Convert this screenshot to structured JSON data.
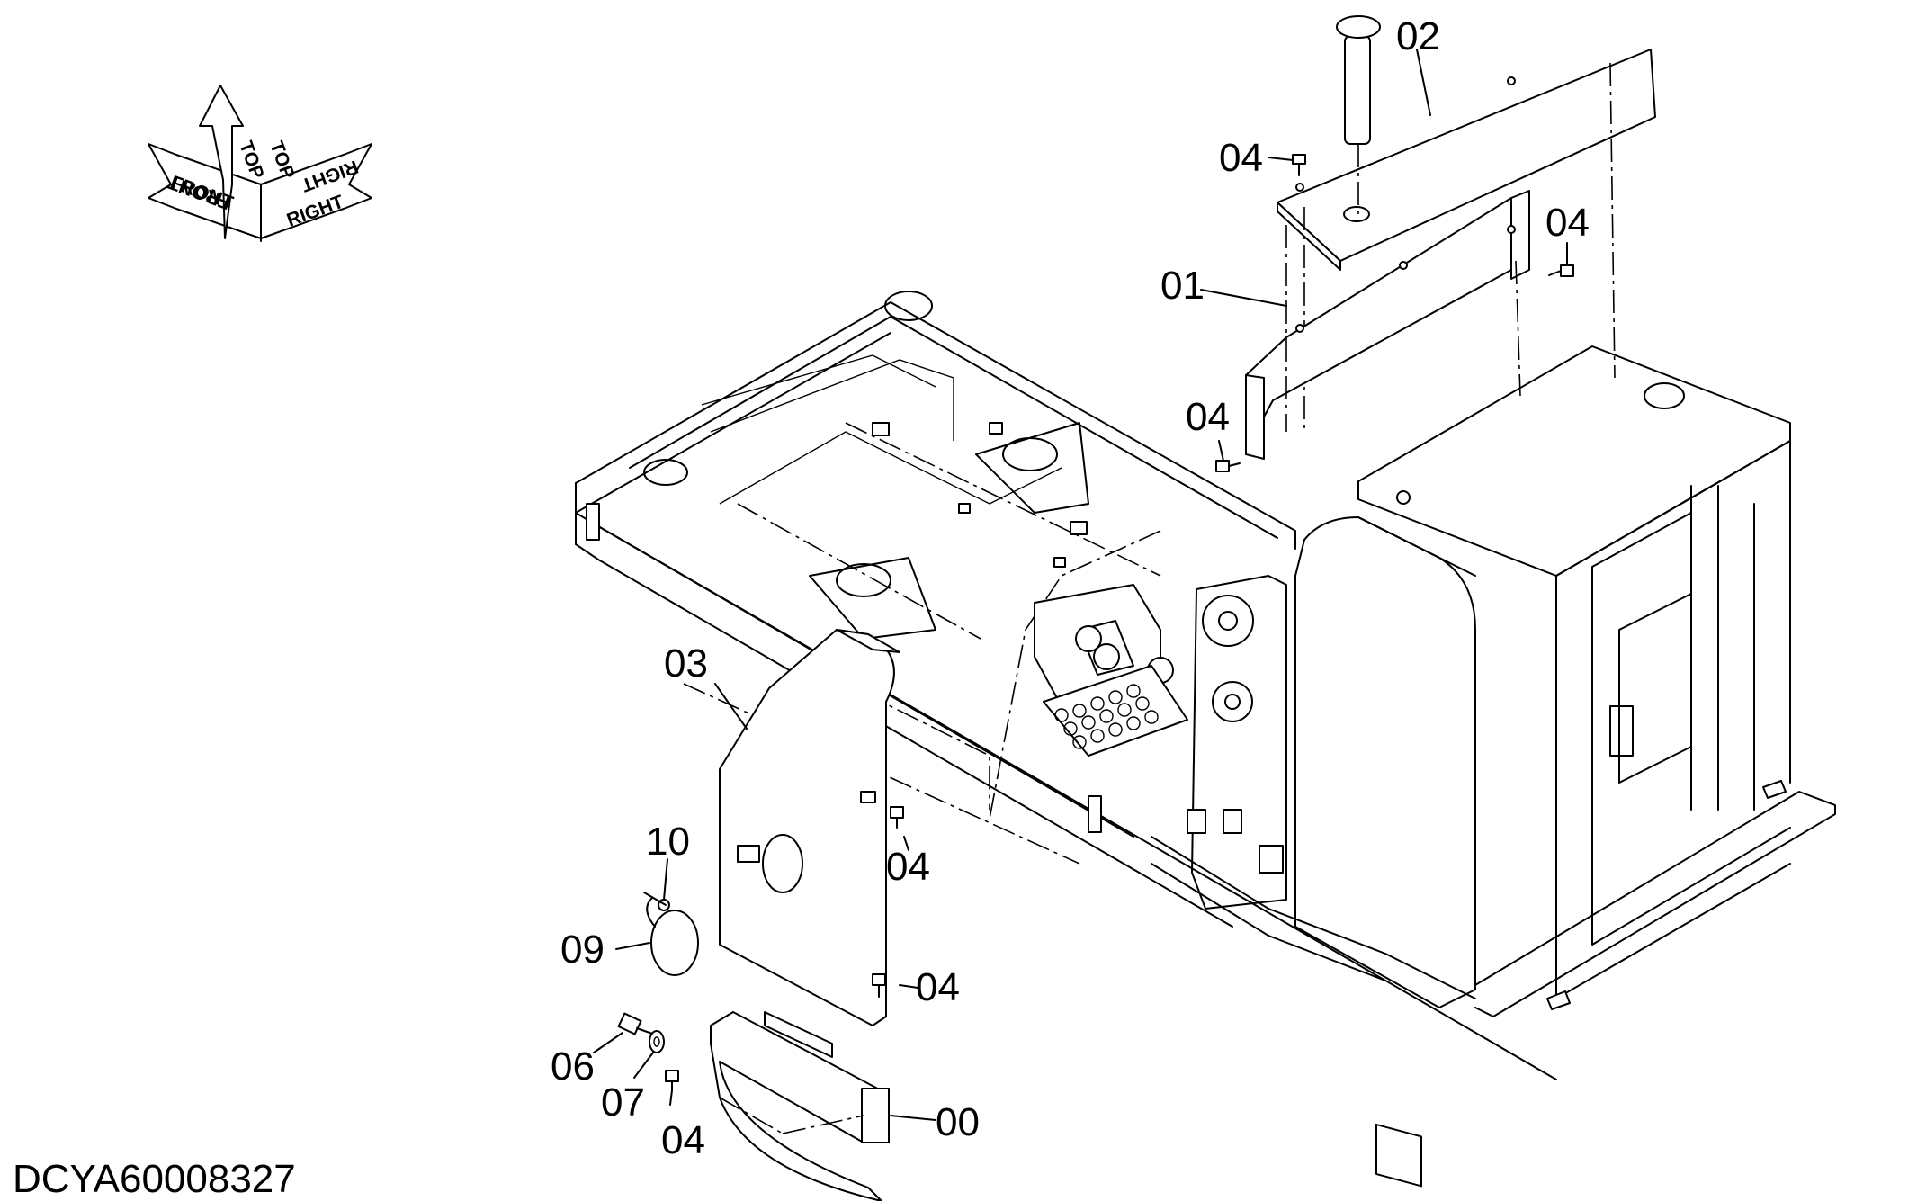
{
  "drawing_code": "DCYA60008327",
  "orientation": {
    "front": "FRONT",
    "top": "TOP",
    "right": "RIGHT"
  },
  "callouts": [
    {
      "id": "c-02",
      "text": "02"
    },
    {
      "id": "c-04a",
      "text": "04"
    },
    {
      "id": "c-04b",
      "text": "04"
    },
    {
      "id": "c-01",
      "text": "01"
    },
    {
      "id": "c-04c",
      "text": "04"
    },
    {
      "id": "c-03",
      "text": "03"
    },
    {
      "id": "c-10",
      "text": "10"
    },
    {
      "id": "c-04d",
      "text": "04"
    },
    {
      "id": "c-09",
      "text": "09"
    },
    {
      "id": "c-04e",
      "text": "04"
    },
    {
      "id": "c-06",
      "text": "06"
    },
    {
      "id": "c-07",
      "text": "07"
    },
    {
      "id": "c-04f",
      "text": "04"
    },
    {
      "id": "c-00",
      "text": "00"
    }
  ]
}
